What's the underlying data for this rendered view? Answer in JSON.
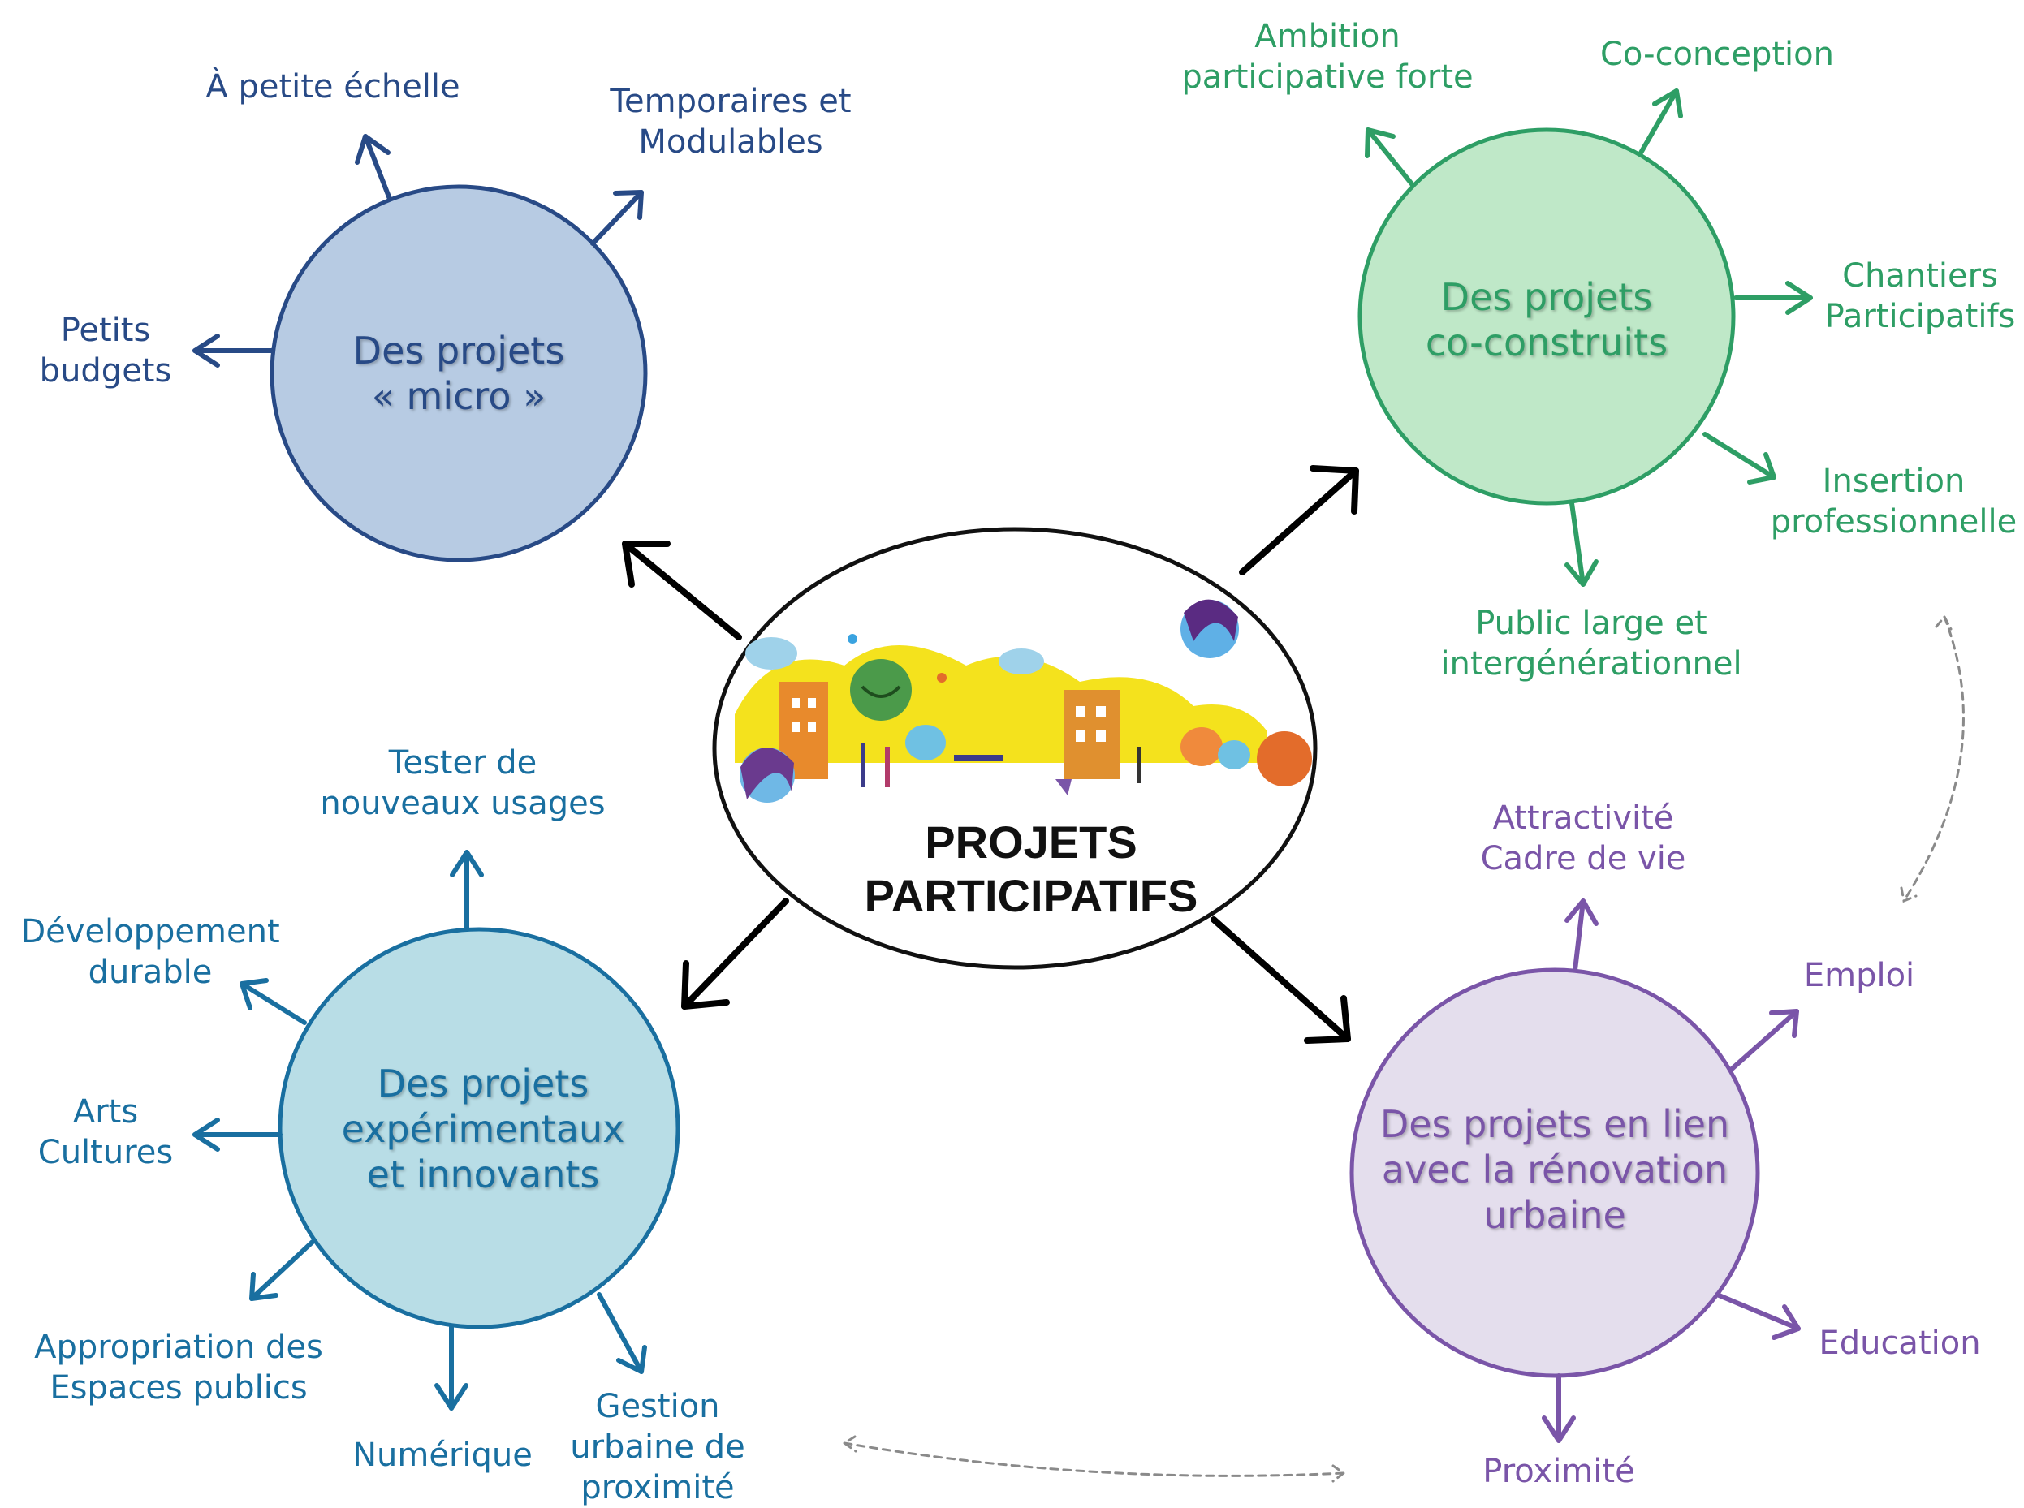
{
  "center": {
    "title_line1": "PROJETS",
    "title_line2": "PARTICIPATIFS"
  },
  "colors": {
    "micro": "#b7cbe3",
    "micro_stroke": "#284a86",
    "cocon": "#bfe8c8",
    "cocon_stroke": "#2e9e65",
    "exp": "#b8dde6",
    "exp_stroke": "#196fa0",
    "reno": "#e4deed",
    "reno_stroke": "#7a55a8"
  },
  "micro": {
    "title1": "Des projets",
    "title2": "« micro »",
    "items": {
      "petite_echelle": "À petite échelle",
      "temporaires1": "Temporaires et",
      "temporaires2": "Modulables",
      "petits1": "Petits",
      "petits2": "budgets"
    }
  },
  "cocon": {
    "title1": "Des projets",
    "title2": "co-construits",
    "items": {
      "ambition1": "Ambition",
      "ambition2": "participative forte",
      "coconception": "Co-conception",
      "chantiers1": "Chantiers",
      "chantiers2": "Participatifs",
      "insertion1": "Insertion",
      "insertion2": "professionnelle",
      "public1": "Public large et",
      "public2": "intergénérationnel"
    }
  },
  "exp": {
    "title1": "Des projets",
    "title2": "expérimentaux",
    "title3": "et innovants",
    "items": {
      "tester1": "Tester de",
      "tester2": "nouveaux usages",
      "dev1": "Développement",
      "dev2": "durable",
      "arts1": "Arts",
      "arts2": "Cultures",
      "appro1": "Appropriation des",
      "appro2": "Espaces publics",
      "numerique": "Numérique",
      "gestion1": "Gestion",
      "gestion2": "urbaine de",
      "gestion3": "proximité"
    }
  },
  "reno": {
    "title1": "Des projets en lien",
    "title2": "avec la rénovation",
    "title3": "urbaine",
    "items": {
      "attract1": "Attractivité",
      "attract2": "Cadre de vie",
      "emploi": "Emploi",
      "education": "Education",
      "proximite": "Proximité"
    }
  }
}
